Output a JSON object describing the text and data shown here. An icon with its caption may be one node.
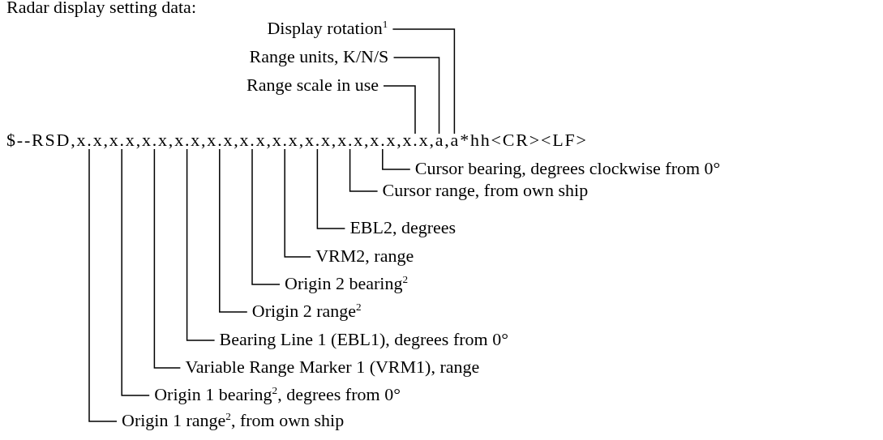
{
  "diagram": {
    "nodes": [
      {
        "text": [
          "Display rotation$^{1}$"
        ]
      },
      {
        "text": [
          "Range units, K/N/S"
        ]
      },
      {
        "text": [
          "Range scale in use"
        ]
      },
      {
        "text": [
          "Cursor bearing, degrees clockwise from 0°"
        ]
      },
      {
        "text": [
          "Cursor range, from own ship"
        ]
      },
      {
        "text": [
          "EBL2, degrees"
        ]
      },
      {
        "text": [
          "VRM2, range"
        ]
      },
      {
        "text": [
          "Origin 2 bearing$^{2}$"
        ]
      },
      {
        "text": [
          "Origin 2 range$^{2}$"
        ]
      },
      {
        "text": [
          "Bearing Line 1 (EBL1), degrees from 0°"
        ]
      },
      {
        "text": [
          "Variable Range Marker 1 (VRM1), range"
        ]
      },
      {
        "text": [
          "Origin 1 bearing$^{2}$, degrees from 0°"
        ]
      },
      {
        "text": [
          "Origin 1 range$^{2}$, from own ship"
        ]
      },
      {
        "text": [
          "$--RSD,x.x,x.x,x.x,x.x,x.x,x.x,x.x,x.x,x.x,x.x,x.x,a,a*hh<CR><LF>"
        ]
      }
    ],
    "edges": [
      {
        "from": 0,
        "to": 13,
        "arrow": "none"
      },
      {
        "from": 1,
        "to": 13,
        "arrow": "none"
      },
      {
        "from": 2,
        "to": 13,
        "arrow": "none"
      },
      {
        "from": 3,
        "to": 13,
        "arrow": "none"
      },
      {
        "from": 4,
        "to": 13,
        "arrow": "none"
      },
      {
        "from": 5,
        "to": 13,
        "arrow": "none"
      },
      {
        "from": 6,
        "to": 13,
        "arrow": "none"
      },
      {
        "from": 7,
        "to": 13,
        "arrow": "none"
      },
      {
        "from": 8,
        "to": 13,
        "arrow": "none"
      },
      {
        "from": 9,
        "to": 13,
        "arrow": "none"
      },
      {
        "from": 10,
        "to": 13,
        "arrow": "none"
      },
      {
        "from": 11,
        "to": 13,
        "arrow": "none"
      },
      {
        "from": 12,
        "to": 13,
        "arrow": "none"
      }
    ],
    "labels": [
      "Radar display setting data:"
    ]
  }
}
